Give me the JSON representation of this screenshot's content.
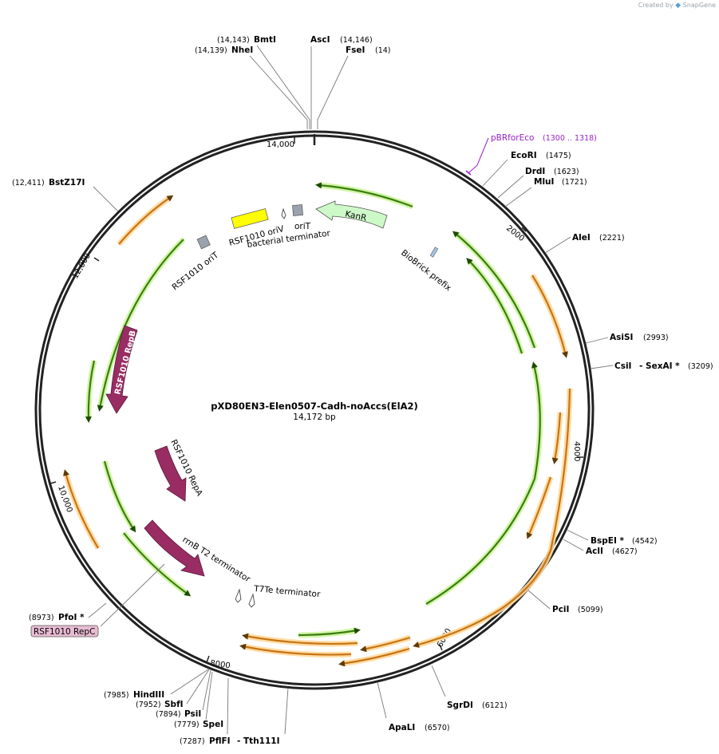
{
  "brand": {
    "prefix": "Created by",
    "name": "SnapGene"
  },
  "plasmid": {
    "name": "pXD80EN3-Elen0507-Cadh-noAccs(ElA2)",
    "size_label": "14,172 bp",
    "length": 14172
  },
  "ticks": [
    "14,000",
    "2000",
    "4000",
    "6000",
    "8000",
    "10,000",
    "12,000"
  ],
  "enzymes": [
    {
      "name": "BmtI",
      "pos": "(14,143)"
    },
    {
      "name": "NheI",
      "pos": "(14,139)"
    },
    {
      "name": "AscI",
      "pos": "(14,146)"
    },
    {
      "name": "FseI",
      "pos": "(14)"
    },
    {
      "name": "EcoRI",
      "pos": "(1475)"
    },
    {
      "name": "DrdI",
      "pos": "(1623)"
    },
    {
      "name": "MluI",
      "pos": "(1721)"
    },
    {
      "name": "AleI",
      "pos": "(2221)"
    },
    {
      "name": "AsiSI",
      "pos": "(2993)"
    },
    {
      "name": "CsiI",
      "name2": "- SexAI *",
      "pos": "(3209)"
    },
    {
      "name": "BspEI *",
      "pos": "(4542)"
    },
    {
      "name": "AclI",
      "pos": "(4627)"
    },
    {
      "name": "PciI",
      "pos": "(5099)"
    },
    {
      "name": "SgrDI",
      "pos": "(6121)"
    },
    {
      "name": "ApaLI",
      "pos": "(6570)"
    },
    {
      "name": "PflFI",
      "name2": "- Tth111I",
      "pos": "(7287)"
    },
    {
      "name": "SpeI",
      "pos": "(7779)"
    },
    {
      "name": "PsiI",
      "pos": "(7894)"
    },
    {
      "name": "SbfI",
      "pos": "(7952)"
    },
    {
      "name": "HindIII",
      "pos": "(7985)"
    },
    {
      "name": "PfoI *",
      "pos": "(8973)"
    },
    {
      "name": "BstZ17I",
      "pos": "(12,411)"
    }
  ],
  "primer": {
    "name": "pBRforEco",
    "range": "(1300 .. 1318)",
    "color": "#9a1fc8"
  },
  "features": {
    "kanr": "KanR",
    "biobrick": "BioBrick prefix",
    "orit": "oriT",
    "bacterial_terminator": "bacterial terminator",
    "rsf_oriv": "RSF1010 oriV",
    "rsf_orit": "RSF1010 oriT",
    "repb": "RSF1010 RepB",
    "repa": "RSF1010 RepA",
    "rrnb": "rrnB T2 terminator",
    "t7te": "T7Te terminator",
    "repc": "RSF1010 RepC"
  },
  "colors": {
    "orf_orange": "#c87414",
    "orf_green": "#3a7d12",
    "maroon": "#992d63",
    "kanr": "#cdf9c8",
    "orivyellow": "#ffff00",
    "repc_box": "#e8bcd3",
    "grey_box": "#9aa3ad"
  }
}
